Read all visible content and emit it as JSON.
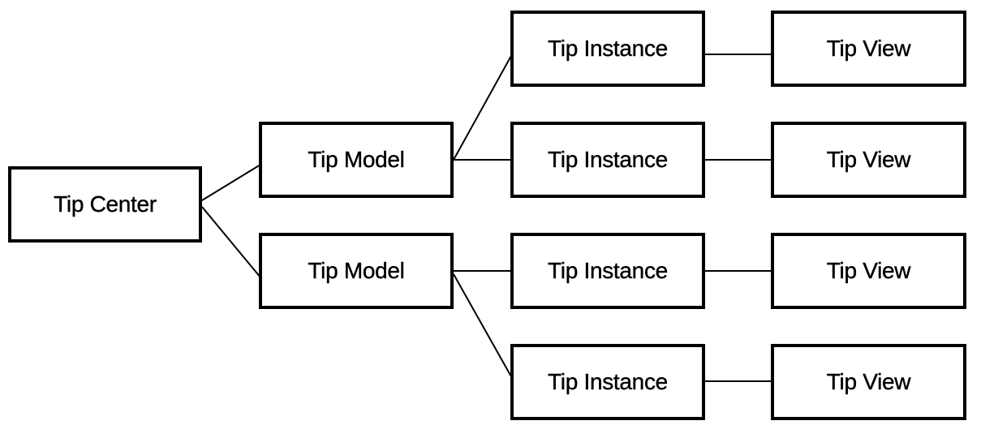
{
  "nodes": {
    "center": {
      "label": "Tip Center"
    },
    "models": [
      {
        "label": "Tip Model"
      },
      {
        "label": "Tip Model"
      }
    ],
    "instances": [
      {
        "label": "Tip Instance"
      },
      {
        "label": "Tip Instance"
      },
      {
        "label": "Tip Instance"
      },
      {
        "label": "Tip Instance"
      }
    ],
    "views": [
      {
        "label": "Tip View"
      },
      {
        "label": "Tip View"
      },
      {
        "label": "Tip View"
      },
      {
        "label": "Tip View"
      }
    ]
  },
  "edges": [
    {
      "from": "center",
      "to": "models.0"
    },
    {
      "from": "center",
      "to": "models.1"
    },
    {
      "from": "models.0",
      "to": "instances.0"
    },
    {
      "from": "models.0",
      "to": "instances.1"
    },
    {
      "from": "models.1",
      "to": "instances.2"
    },
    {
      "from": "models.1",
      "to": "instances.3"
    },
    {
      "from": "instances.0",
      "to": "views.0"
    },
    {
      "from": "instances.1",
      "to": "views.1"
    },
    {
      "from": "instances.2",
      "to": "views.2"
    },
    {
      "from": "instances.3",
      "to": "views.3"
    }
  ]
}
